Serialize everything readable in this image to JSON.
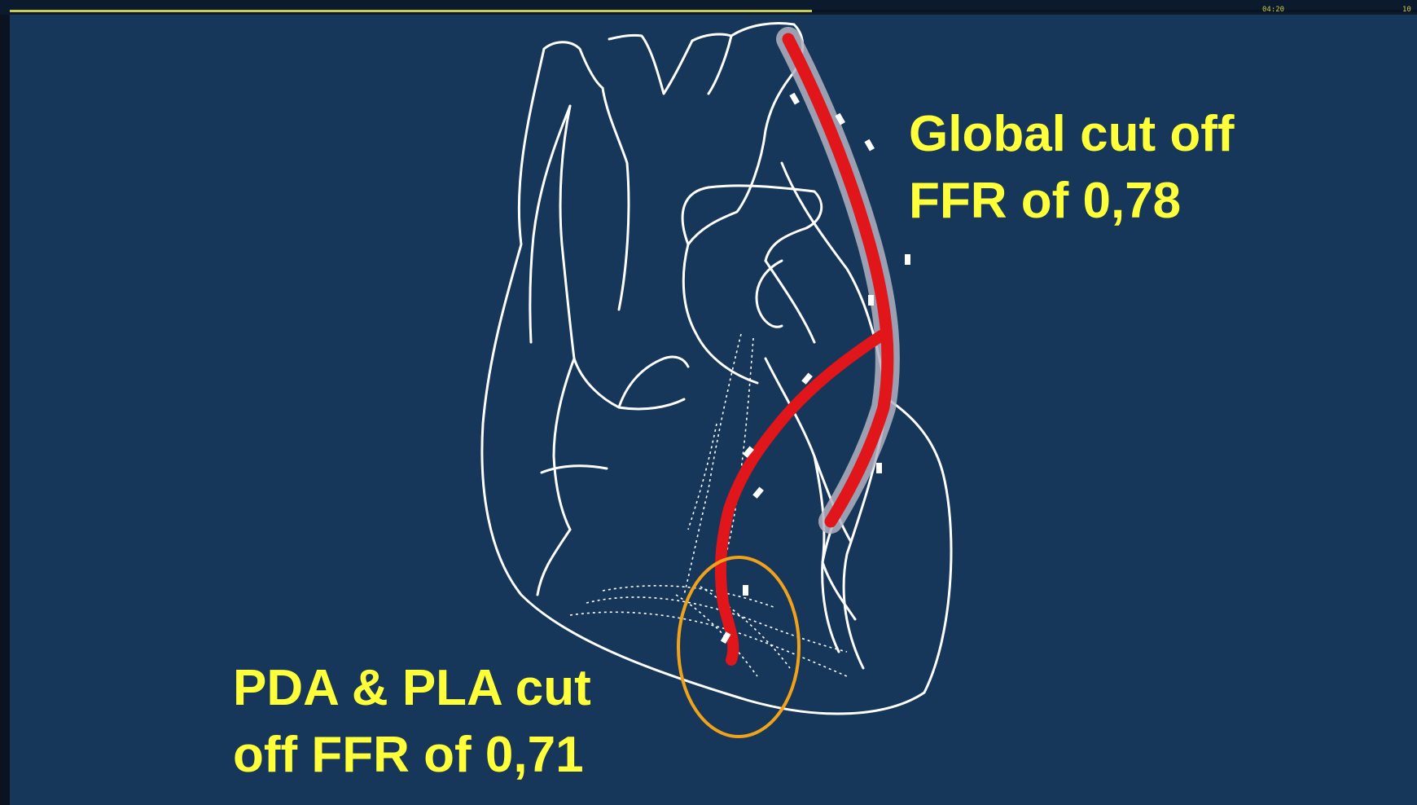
{
  "player": {
    "time_elapsed": "04:20",
    "time_total": "10",
    "progress_fraction": 0.57
  },
  "annotations": {
    "global_line1": "Global cut off",
    "global_line2": "FFR of 0,78",
    "pda_line1": "PDA & PLA cut",
    "pda_line2": "off FFR of 0,71"
  },
  "colors": {
    "background": "#16365a",
    "label": "#ffff3a",
    "outline": "#ffffff",
    "artery": "#e0161b",
    "artery_halo": "#b3b2c2",
    "highlight_circle": "#f0a21a",
    "progress": "#c7cc55"
  }
}
